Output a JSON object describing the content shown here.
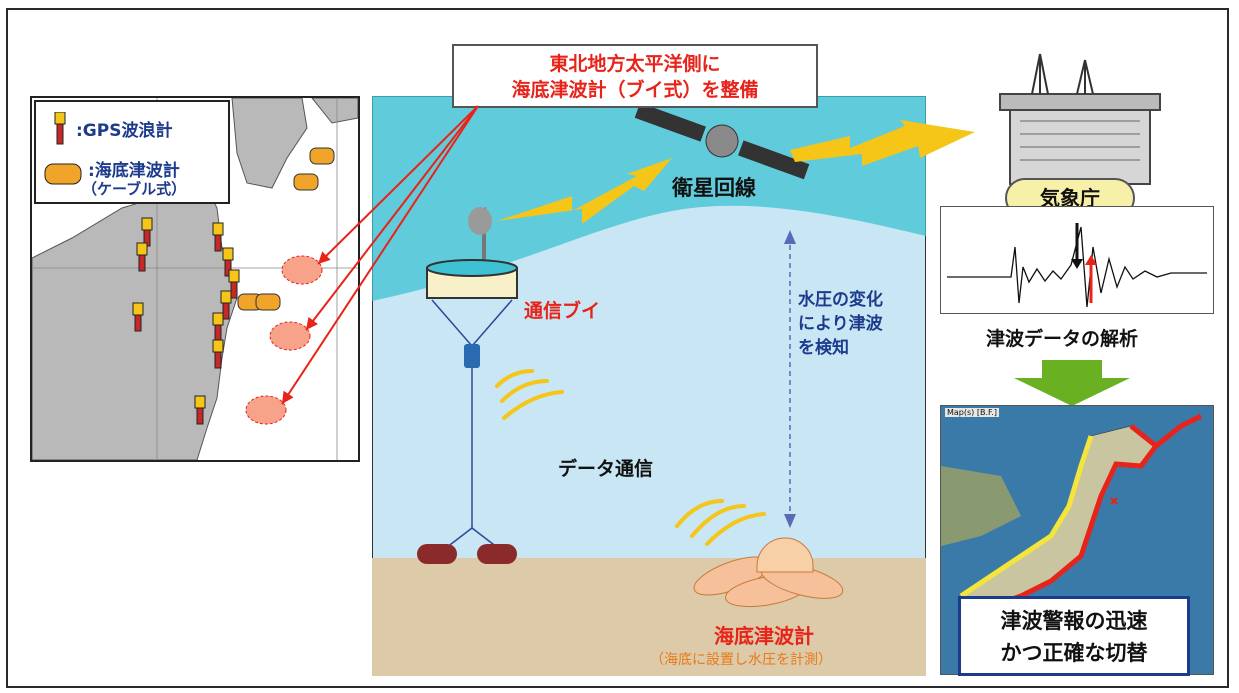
{
  "legend": {
    "gps_label": ":GPS波浪計",
    "ocean_label_line1": ":海底津波計",
    "ocean_label_line2": "（ケーブル式）"
  },
  "callout": {
    "line1": "東北地方太平洋側に",
    "line2": "海底津波計（ブイ式）を整備"
  },
  "center": {
    "satellite_label": "衛星回線",
    "buoy_label": "通信ブイ",
    "pressure_line1": "水圧の変化",
    "pressure_line2": "により津波",
    "pressure_line3": "を検知",
    "data_comm_label": "データ通信",
    "seabed_meter_label": "海底津波計",
    "seabed_meter_note": "（海底に設置し水圧を計測）"
  },
  "right": {
    "jma_label": "気象庁",
    "analysis_label": "津波データの解析",
    "map_tag": "Map(s) [B.F.]",
    "warning_line1": "津波警報の迅速",
    "warning_line2": "かつ正確な切替"
  },
  "colors": {
    "sea_light": "#3ec1d3",
    "sea_deep": "#c8e6f4",
    "seabed": "#dccaa8",
    "accent_red": "#e8231a",
    "arrow_yellow": "#f5c518",
    "label_blue": "#1d3b8c",
    "warning_green": "#6ab023"
  }
}
